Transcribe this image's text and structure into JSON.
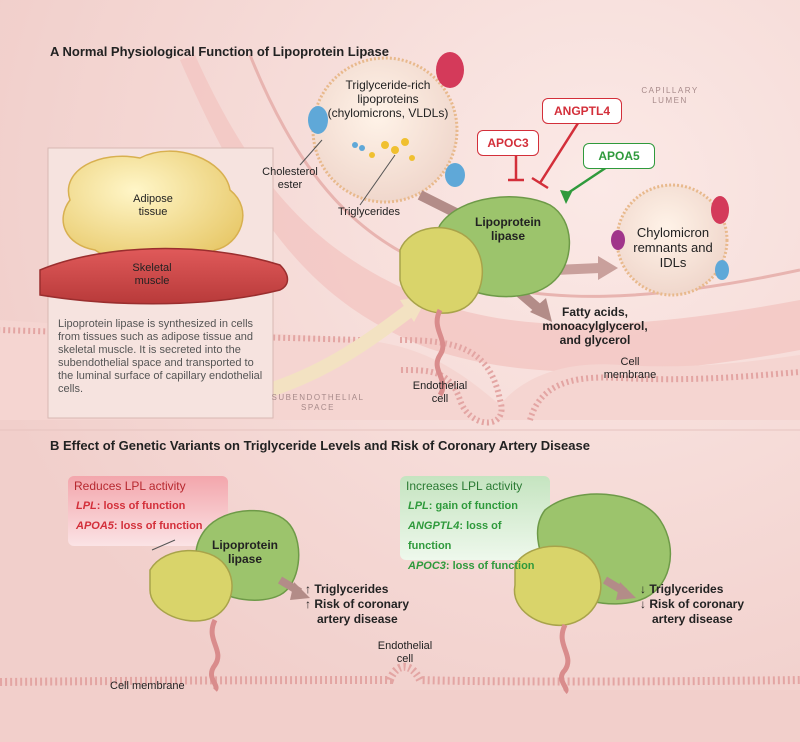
{
  "panelA": {
    "title": "A   Normal Physiological Function of Lipoprotein Lipase",
    "capillary_lumen": "CAPILLARY LUMEN",
    "trl_label": "Triglyceride-rich lipoproteins (chylomicrons, VLDLs)",
    "cholesterol_ester": "Cholesterol ester",
    "triglycerides": "Triglycerides",
    "apoc3": "APOC3",
    "angptl4": "ANGPTL4",
    "apoa5": "APOA5",
    "lpl_label": "Lipoprotein lipase",
    "remnants": "Chylomicron remnants and IDLs",
    "fatty_acids": "Fatty acids, monoacylglycerol, and glycerol",
    "adipose": "Adipose tissue",
    "skeletal": "Skeletal muscle",
    "description": "Lipoprotein lipase is synthesized in cells from tissues such as adipose tissue and skeletal muscle. It is secreted into the subendothelial space and transported to the luminal surface of capillary endothelial cells.",
    "subendothelial": "SUBENDOTHELIAL SPACE",
    "endothelial_cell": "Endothelial cell",
    "cell_membrane": "Cell membrane"
  },
  "panelB": {
    "title": "B   Effect of Genetic Variants on Triglyceride Levels and Risk of Coronary Artery Disease",
    "reduces": {
      "header": "Reduces LPL activity",
      "row1_gene": "LPL",
      "row1_text": ": loss of function",
      "row2_gene": "APOA5",
      "row2_text": ": loss of function"
    },
    "increases": {
      "header": "Increases LPL activity",
      "row1_gene": "LPL",
      "row1_text": ": gain of function",
      "row2_gene": "ANGPTL4",
      "row2_text": ": loss of function",
      "row3_gene": "APOC3",
      "row3_text": ": loss of function"
    },
    "lpl_label": "Lipoprotein lipase",
    "left_effect_1": "↑ Triglycerides",
    "left_effect_2": "↑ Risk of coronary",
    "left_effect_3": "artery disease",
    "right_effect_1": "↓ Triglycerides",
    "right_effect_2": "↓ Risk of coronary",
    "right_effect_3": "artery disease",
    "endothelial_cell": "Endothelial cell",
    "cell_membrane": "Cell membrane"
  },
  "colors": {
    "red": "#d32f3a",
    "green": "#2f9a3c",
    "lpl_yellow": "#d9d46a",
    "lpl_green": "#9cc46c",
    "membrane": "#e9b8b5"
  }
}
